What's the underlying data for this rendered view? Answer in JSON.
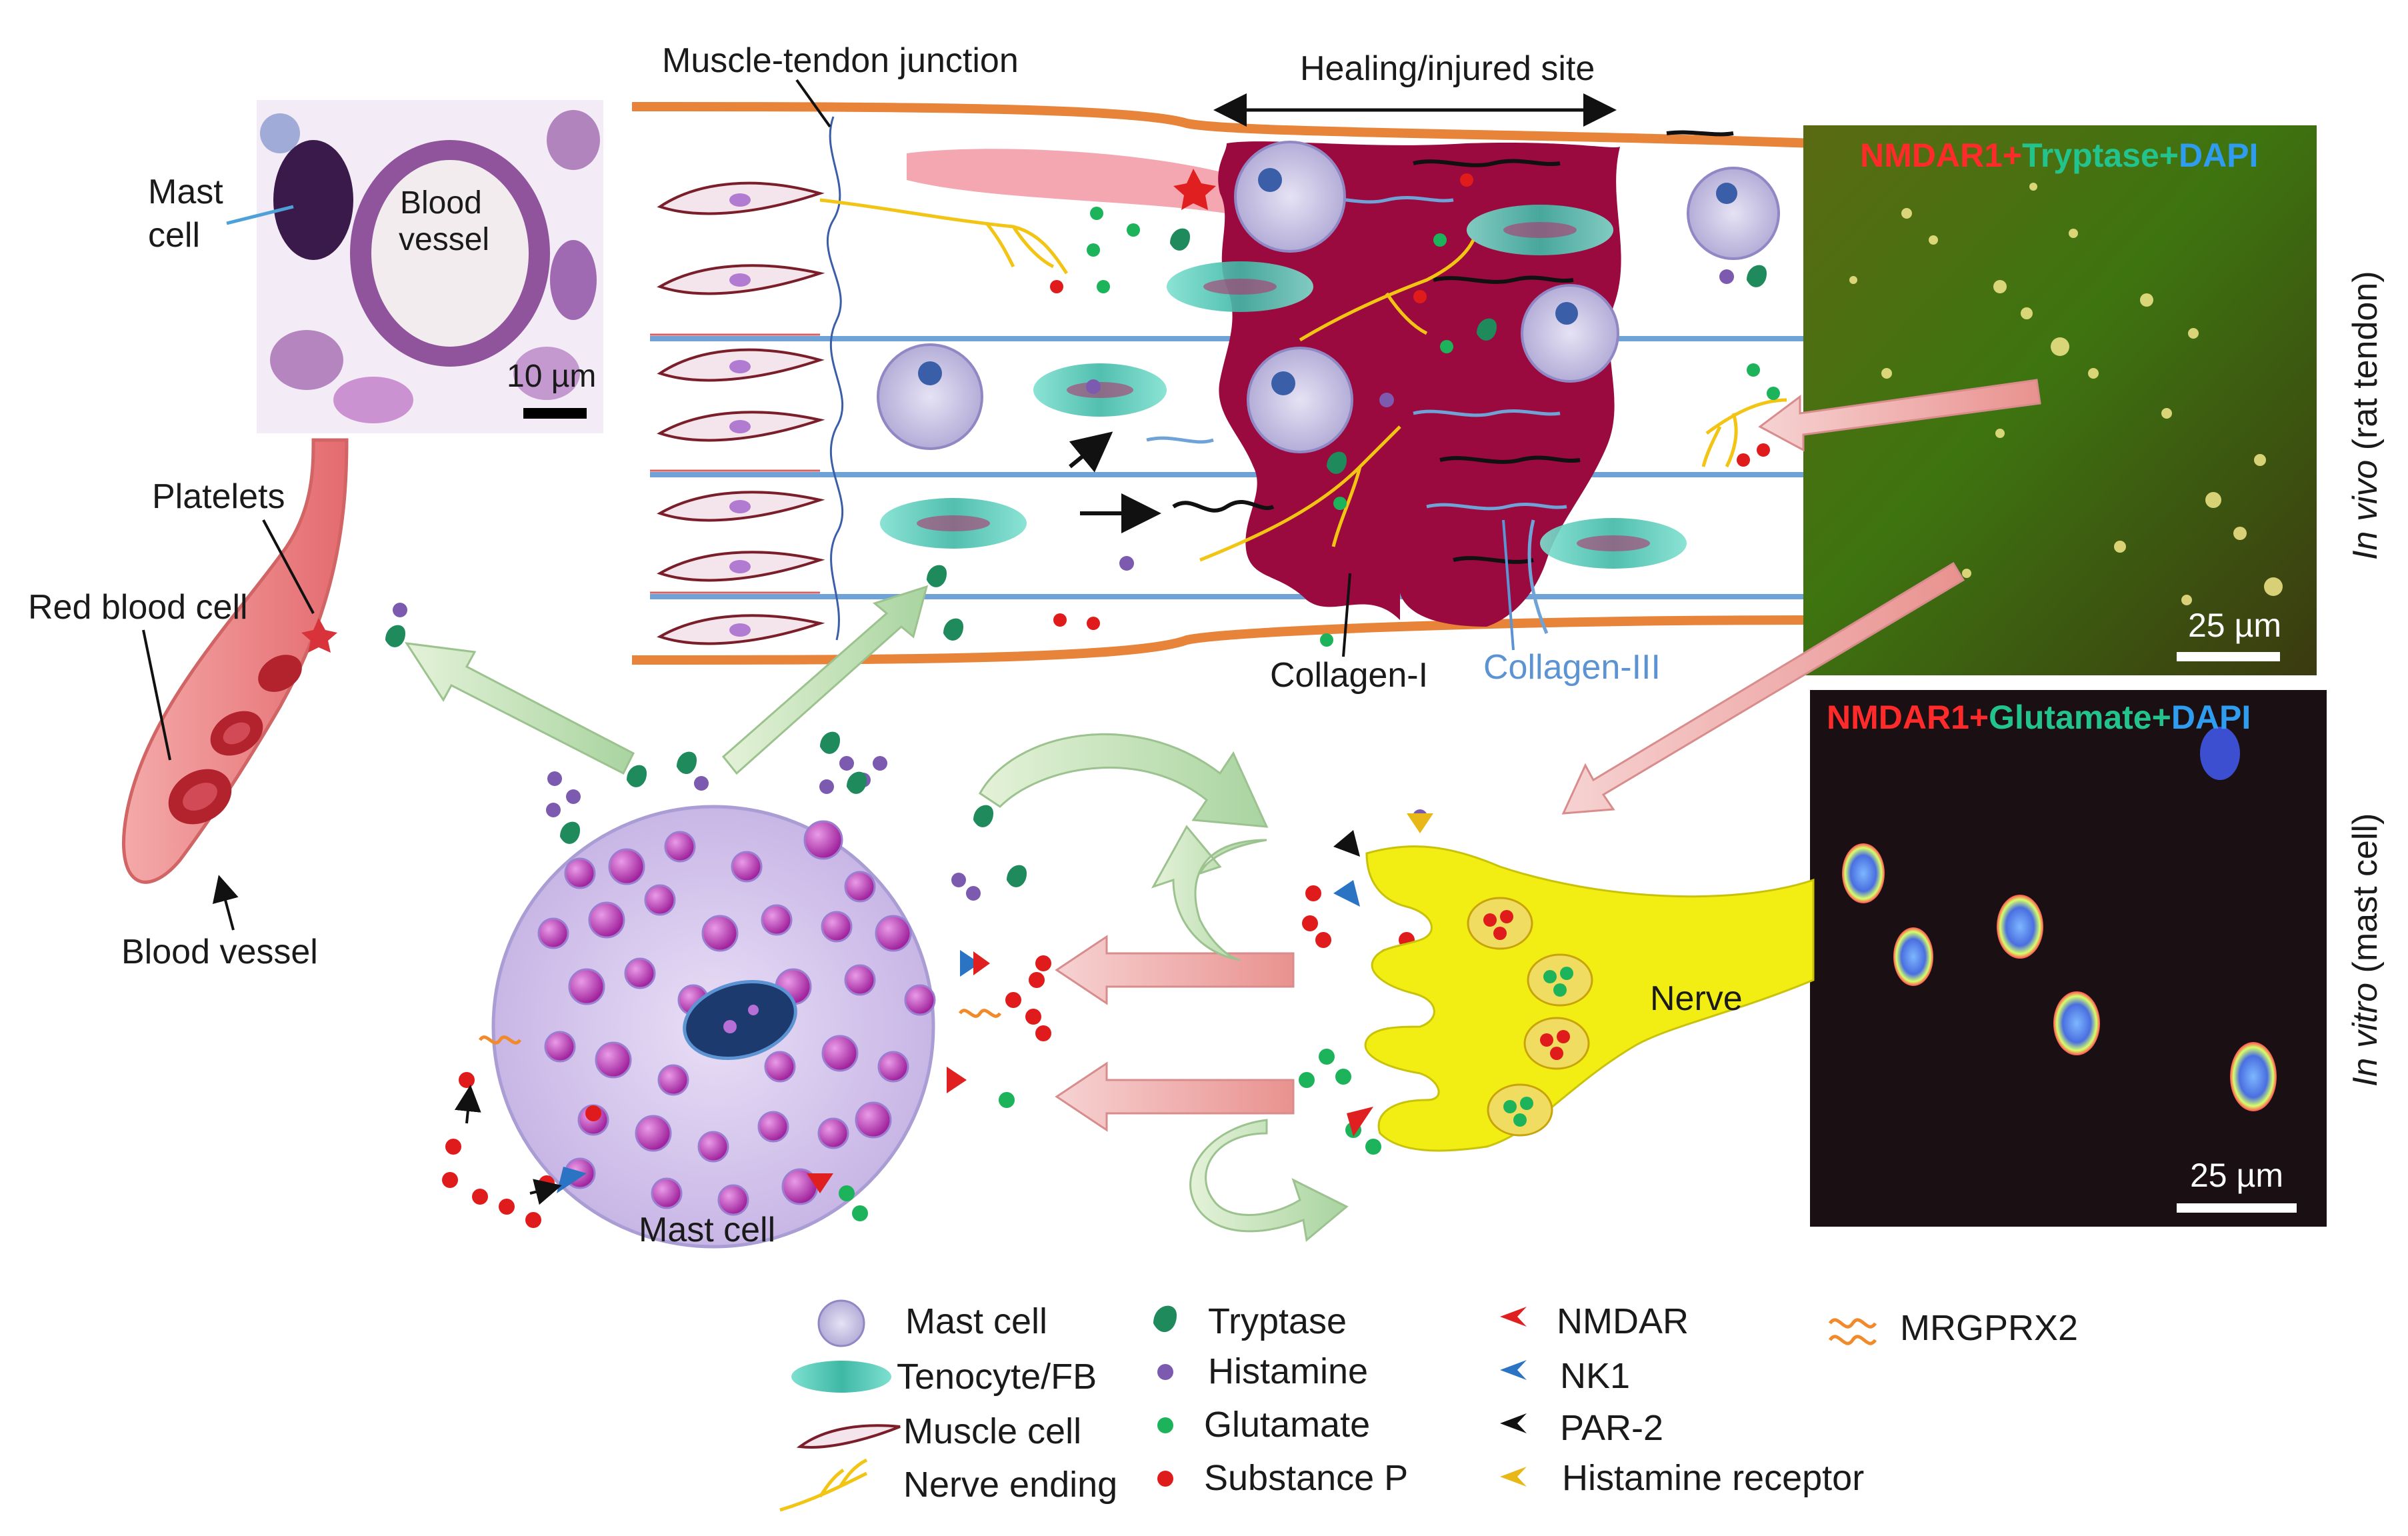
{
  "labels": {
    "muscle_tendon_junction": "Muscle-tendon  junction",
    "healing_site": "Healing/injured site",
    "mast_cell_histo": "Mast",
    "mast_cell_histo_2": "cell",
    "blood_vessel_histo": "Blood",
    "blood_vessel_histo_2": "vessel",
    "scale_histo": "10 µm",
    "platelets": "Platelets",
    "red_blood_cell": "Red blood cell",
    "blood_vessel": "Blood vessel",
    "collagen_i": "Collagen-I",
    "collagen_iii": "Collagen-III",
    "mast_cell_main": "Mast cell",
    "nerve": "Nerve"
  },
  "micrographs": {
    "in_vivo": {
      "title_part1": "NMDAR1+",
      "title_part2": "Tryptase+",
      "title_part3": "DAPI",
      "scale": "25 µm",
      "side_label_italic": "In vivo",
      "side_label_rest": " (rat tendon)"
    },
    "in_vitro": {
      "title_part1": "NMDAR1+",
      "title_part2": "Glutamate+",
      "title_part3": "DAPI",
      "scale": "25 µm",
      "side_label_italic": "In vitro",
      "side_label_rest": " (mast cell)"
    }
  },
  "legend": {
    "col1": [
      "Mast cell",
      "Tenocyte/FB",
      "Muscle cell",
      "Nerve ending"
    ],
    "col2": [
      "Tryptase",
      "Histamine",
      "Glutamate",
      "Substance P"
    ],
    "col3": [
      "NMDAR",
      "NK1",
      "PAR-2",
      "Histamine receptor"
    ],
    "col4": [
      "MRGPRX2"
    ]
  },
  "colors": {
    "histamine": "#7b5ab0",
    "glutamate": "#1db35a",
    "substance_p": "#e01b1b",
    "tryptase": "#1f8a5c",
    "nmdar": "#e02020",
    "nk1": "#2b74c4",
    "par2": "#111111",
    "histamine_receptor": "#e8b818",
    "mrgprx2": "#f08a2a",
    "tendon_border": "#e8843a",
    "scar": "#9a0a3e",
    "nerve": "#f2ee14",
    "mast_cell": "#dccdef"
  }
}
